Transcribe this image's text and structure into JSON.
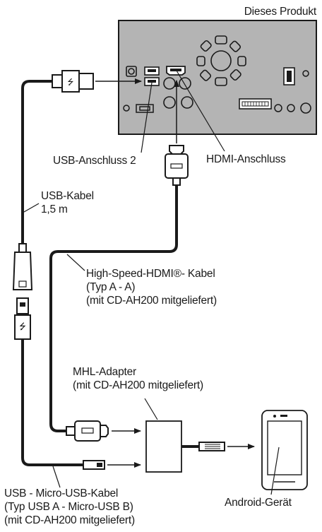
{
  "product_label": "Dieses Produkt",
  "usb_port_label": "USB-Anschluss 2",
  "hdmi_port_label": "HDMI-Anschluss",
  "usb_cable": {
    "line1": "USB-Kabel",
    "line2": "1,5 m"
  },
  "hdmi_cable": {
    "line1": "High-Speed-HDMI®- Kabel",
    "line2": "(Typ A - A)",
    "line3": "(mit CD-AH200 mitgeliefert)"
  },
  "mhl_adapter": {
    "line1": "MHL-Adapter",
    "line2": "(mit CD-AH200 mitgeliefert)"
  },
  "micro_usb_cable": {
    "line1": "USB - Micro-USB-Kabel",
    "line2": "(Typ USB A - Micro-USB B)",
    "line3": "(mit CD-AH200 mitgeliefert)"
  },
  "android_label": "Android-Gerät",
  "colors": {
    "unit_fill": "#b4b4b4",
    "line": "#1a1a1a",
    "background": "#ffffff"
  }
}
